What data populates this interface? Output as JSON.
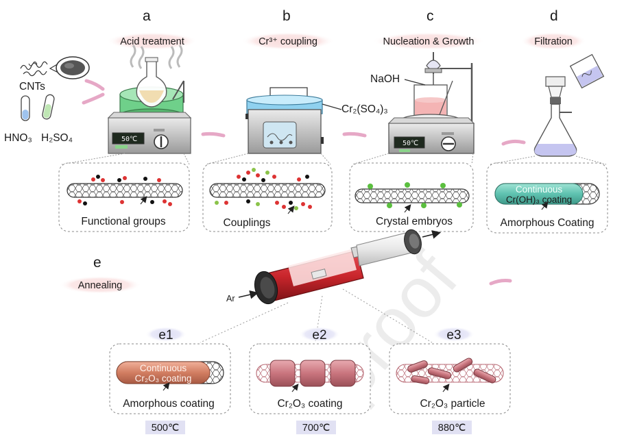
{
  "steps": [
    {
      "letter": "a",
      "stage": "Acid treatment",
      "caption": "Functional groups"
    },
    {
      "letter": "b",
      "stage": "Cr³⁺ coupling",
      "caption": "Couplings"
    },
    {
      "letter": "c",
      "stage": "Nucleation & Growth",
      "caption": "Crystal embryos"
    },
    {
      "letter": "d",
      "stage": "Filtration",
      "caption": "Amorphous Coating",
      "coating_l1": "Continuous",
      "coating_l2": "Cr(OH)₃ coating"
    }
  ],
  "reagents": {
    "cnts": "CNTs",
    "hno3": "HNO₃",
    "h2so4": "H₂SO₄",
    "cr2so43": "Cr₂(SO₄)₃",
    "naoh": "NaOH",
    "ar": "Ar"
  },
  "displays": {
    "a": "50℃",
    "c": "50℃"
  },
  "annealing": {
    "letter": "e",
    "stage": "Annealing",
    "sub": [
      {
        "label": "e1",
        "caption": "Amorphous coating",
        "temp": "500℃",
        "coating_l1": "Continuous",
        "coating_l2": "Cr₂O₃ coating"
      },
      {
        "label": "e2",
        "caption": "Cr₂O₃ coating",
        "temp": "700℃"
      },
      {
        "label": "e3",
        "caption": "Cr₂O₃ particle",
        "temp": "880℃"
      }
    ]
  },
  "watermark": "proof",
  "colors": {
    "stage_pill": "#f9dcdc",
    "sub_pill": "#e3e3f6",
    "temp_box": "#e1e1f3",
    "arrow": "#e6a8c6",
    "coating_teal": "#5fc2b0",
    "coating_orange": "#d27e62",
    "furnace_red": "#c9262c",
    "acid_bath": "#6fd08a",
    "beaker_pink": "#f2a7a7",
    "flask_liquid": "#c5c5f0"
  },
  "icons": [
    "cnt-tube-icon",
    "hot-plate-icon",
    "water-bath-icon",
    "burette-icon",
    "filter-flask-icon",
    "tube-furnace-icon",
    "process-arrow-icon"
  ]
}
